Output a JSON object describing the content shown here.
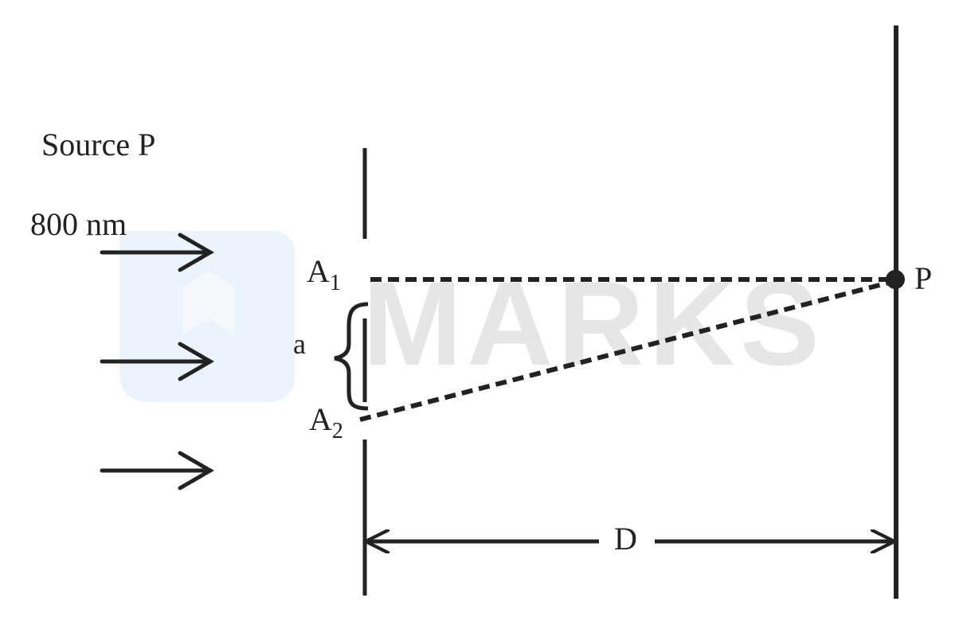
{
  "labels": {
    "source": "Source P",
    "wavelength": "800 nm",
    "slit1_letter": "A",
    "slit1_sub": "1",
    "slit2_letter": "A",
    "slit2_sub": "2",
    "separation": "a",
    "point": "P",
    "distance": "D"
  },
  "watermark": {
    "text": "MARKS"
  },
  "colors": {
    "ink": "#222222",
    "watermark_text": "#d4d6d8",
    "watermark_logo": "#dbe9fb"
  }
}
